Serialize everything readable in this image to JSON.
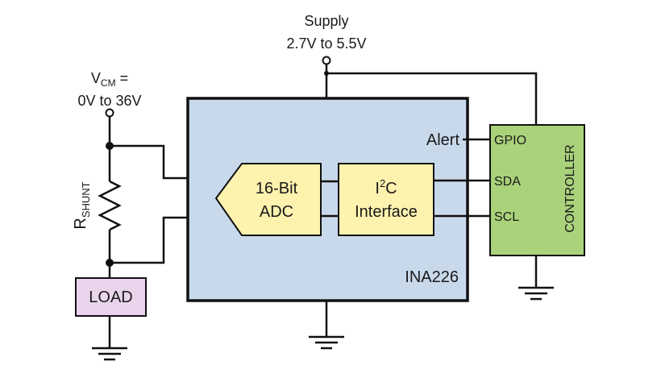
{
  "supply": {
    "label": "Supply",
    "range": "2.7V to 5.5V"
  },
  "vcm": {
    "prefix": "V",
    "sub": "CM",
    "suffix": " =",
    "range": "0V to 36V"
  },
  "rshunt": {
    "prefix": "R",
    "sub": "SHUNT"
  },
  "load": {
    "label": "LOAD"
  },
  "chip": {
    "name": "INA226",
    "alert_label": "Alert"
  },
  "adc": {
    "line1": "16-Bit",
    "line2": "ADC"
  },
  "i2c": {
    "line1_prefix": "I",
    "line1_sup": "2",
    "line1_suffix": "C",
    "line2": "Interface"
  },
  "controller": {
    "title": "CONTROLLER",
    "pins": [
      "GPIO",
      "SDA",
      "SCL"
    ]
  },
  "colors": {
    "chip_fill": "#c9d9ec",
    "block_fill": "#fdf2ae",
    "controller_fill": "#a9d27a",
    "load_fill": "#ead4ec"
  }
}
